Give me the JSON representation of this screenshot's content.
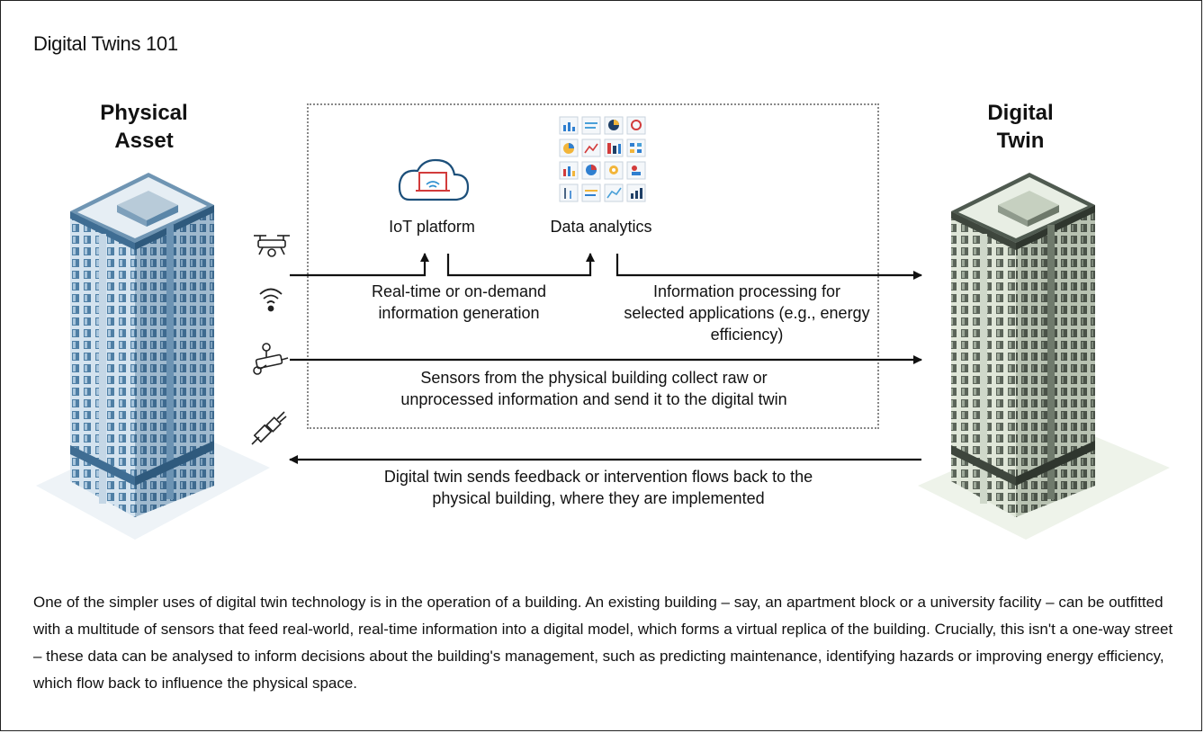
{
  "title": "Digital Twins 101",
  "physical": {
    "line1": "Physical",
    "line2": "Asset"
  },
  "digital": {
    "line1": "Digital",
    "line2": "Twin"
  },
  "iot_label": "IoT platform",
  "analytics_label": "Data analytics",
  "realtime_label": {
    "line1": "Real-time or on-demand",
    "line2": "information generation"
  },
  "processing_label": {
    "line1": "Information processing for",
    "line2": "selected applications (e.g., energy",
    "line3": "efficiency)"
  },
  "sensors_label": {
    "line1": "Sensors from the physical building collect raw or",
    "line2": "unprocessed information and send it to the digital twin"
  },
  "feedback_label": {
    "line1": "Digital twin sends feedback or intervention flows back to the",
    "line2": "physical building, where they are implemented"
  },
  "caption": "One of the simpler uses of digital twin technology is in the operation of a building. An existing building – say, an apartment block or a university facility – can be outfitted with a multitude of sensors that feed real-world, real-time information into a digital model, which forms a virtual replica of the building. Crucially, this isn't a one-way street – these data can be analysed to inform decisions about the building's management, such as predicting maintenance, identifying hazards or improving energy efficiency, which flow back to influence the physical space.",
  "icons": [
    "drone-icon",
    "wifi-sensor-icon",
    "security-camera-icon",
    "plug-connector-icon",
    "cloud-icon",
    "dashboard-grid-icon"
  ],
  "colors": {
    "physical_building": "#5b86a8",
    "digital_building": "#7d8a7a",
    "arrow": "#111111"
  }
}
